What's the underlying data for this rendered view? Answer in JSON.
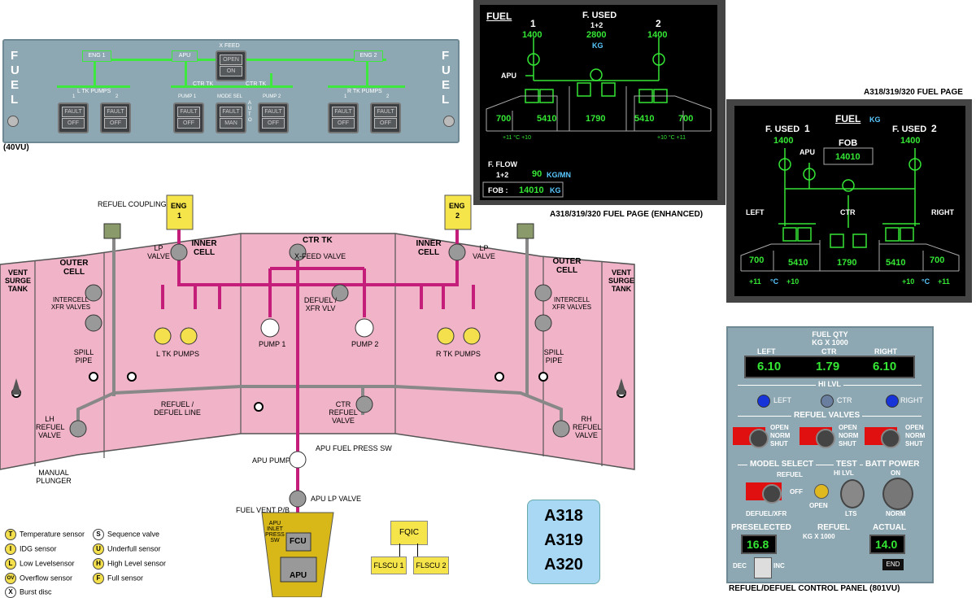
{
  "overhead": {
    "fuel_left": "F U E L",
    "fuel_right": "F U E L",
    "eng1": "ENG 1",
    "apu": "APU",
    "xfeed": "X FEED",
    "xfeed_open": "OPEN",
    "xfeed_on": "ON",
    "eng2": "ENG 2",
    "l_tk_pumps": "L TK PUMPS",
    "ctr_tk_left": "CTR TK",
    "ctr_tk_right": "CTR TK",
    "r_tk_pumps": "R TK PUMPS",
    "n1": "1",
    "n2": "2",
    "n3": "1",
    "n4": "2",
    "pump1": "PUMP 1",
    "mode_sel": "MODE SEL",
    "pump2": "PUMP 2",
    "auto": "A U T O",
    "fault": "FAULT",
    "off": "OFF",
    "man": "MAN",
    "panel_id": "(40VU)"
  },
  "ecam_enh": {
    "fuel": "FUEL",
    "one": "1",
    "f_used": "F. USED",
    "one_plus_two": "1+2",
    "two": "2",
    "e1": "1400",
    "total": "2800",
    "kg": "KG",
    "e2": "1400",
    "apu": "APU",
    "q_out_l": "700",
    "q_in_l": "5410",
    "q_ctr": "1790",
    "q_in_r": "5410",
    "q_out_r": "700",
    "temp_l": "+11 °C +10",
    "temp_r": "+10 °C +11",
    "f_flow": "F. FLOW",
    "flow_12": "1+2",
    "flow_val": "90",
    "flow_unit": "KG/MN",
    "fob_lbl": "FOB :",
    "fob_val": "14010",
    "fob_unit": "KG",
    "caption": "A318/319/320 FUEL PAGE (ENHANCED)"
  },
  "ecam": {
    "caption": "A318/319/320 FUEL PAGE",
    "fuel": "FUEL",
    "kg": "KG",
    "f_used1": "F. USED",
    "one": "1",
    "f_used2": "F. USED",
    "two": "2",
    "e1": "1400",
    "e2": "1400",
    "apu": "APU",
    "fob": "FOB",
    "fob_val": "14010",
    "left": "LEFT",
    "ctr": "CTR",
    "right": "RIGHT",
    "q_out_l": "700",
    "q_in_l": "5410",
    "q_ctr": "1790",
    "q_in_r": "5410",
    "q_out_r": "700",
    "t1": "+11",
    "tc1": "°C",
    "t2": "+10",
    "t3": "+10",
    "tc2": "°C",
    "t4": "+11"
  },
  "schem": {
    "refuel_coupling": "REFUEL COUPLING",
    "eng1_a": "ENG",
    "eng1_b": "1",
    "eng2_a": "ENG",
    "eng2_b": "2",
    "ctr_tk": "CTR TK",
    "inner_cell_l": "INNER CELL",
    "inner_cell_r": "INNER CELL",
    "outer_cell_l": "OUTER CELL",
    "outer_cell_r": "OUTER CELL",
    "vent_l": "VENT SURGE TANK",
    "vent_r": "VENT SURGE TANK",
    "lp_valve_l": "LP VALVE",
    "lp_valve_r": "LP VALVE",
    "xfeed_valve": "X-FEED VALVE",
    "defuel_xfr": "DEFUEL / XFR VLV",
    "intercell_l": "INTERCELL XFR VALVES",
    "intercell_r": "INTERCELL XFR VALVES",
    "spill_l": "SPILL PIPE",
    "spill_r": "SPILL PIPE",
    "l_tk_pumps": "L  TK PUMPS",
    "r_tk_pumps": "R  TK PUMPS",
    "pump1": "PUMP 1",
    "pump2": "PUMP 2",
    "refuel_line": "REFUEL / DEFUEL LINE",
    "ctr_refuel": "CTR REFUEL VALVE",
    "lh_refuel": "LH REFUEL VALVE",
    "rh_refuel": "RH REFUEL VALVE",
    "manual_plunger": "MANUAL PLUNGER",
    "apu_press": "APU FUEL PRESS SW",
    "apu_pump": "APU PUMP",
    "apu_lp": "APU LP VALVE",
    "fuel_vent": "FUEL VENT P/B",
    "apu_inlet": "APU INLET PRESS SW",
    "fcu": "FCU",
    "apu": "APU",
    "fqic": "FQIC",
    "flscu1": "FLSCU 1",
    "flscu2": "FLSCU 2",
    "models": [
      "A318",
      "A319",
      "A320"
    ]
  },
  "legend": [
    {
      "sym": "T",
      "label": "Temperature sensor"
    },
    {
      "sym": "I",
      "label": "IDG sensor"
    },
    {
      "sym": "L",
      "label": "Low Levelsensor"
    },
    {
      "sym": "OV",
      "label": "Overflow sensor"
    },
    {
      "sym": "X",
      "label": "Burst disc"
    },
    {
      "sym": "S",
      "label": "Sequence valve"
    },
    {
      "sym": "U",
      "label": "Underfull sensor"
    },
    {
      "sym": "H",
      "label": "High Level sensor"
    },
    {
      "sym": "F",
      "label": "Full sensor"
    }
  ],
  "cp": {
    "fuel_qty": "FUEL QTY",
    "kg_x_1000": "KG X 1000",
    "left": "LEFT",
    "ctr": "CTR",
    "right": "RIGHT",
    "q_left": "6.10",
    "q_ctr": "1.79",
    "q_right": "6.10",
    "hi_lvl": "HI LVL",
    "l_left": "LEFT",
    "l_ctr": "CTR",
    "l_right": "RIGHT",
    "refuel_valves": "REFUEL VALVES",
    "open": "OPEN",
    "norm": "NORM",
    "shut": "SHUT",
    "model_select": "MODEL SELECT",
    "test": "TEST",
    "batt_power": "BATT POWER",
    "refuel": "REFUEL",
    "off": "OFF",
    "defuel_xfr": "DEFUEL/XFR",
    "open2": "OPEN",
    "hi_lvl2": "HI LVL",
    "lts": "LTS",
    "on": "ON",
    "norm2": "NORM",
    "preselected": "PRESELECTED",
    "refuel2": "REFUEL",
    "kg_x_1000b": "KG X 1000",
    "actual": "ACTUAL",
    "preselected_val": "16.8",
    "actual_val": "14.0",
    "dec": "DEC",
    "inc": "INC",
    "end": "END",
    "caption": "REFUEL/DEFUEL CONTROL PANEL (801VU)"
  }
}
